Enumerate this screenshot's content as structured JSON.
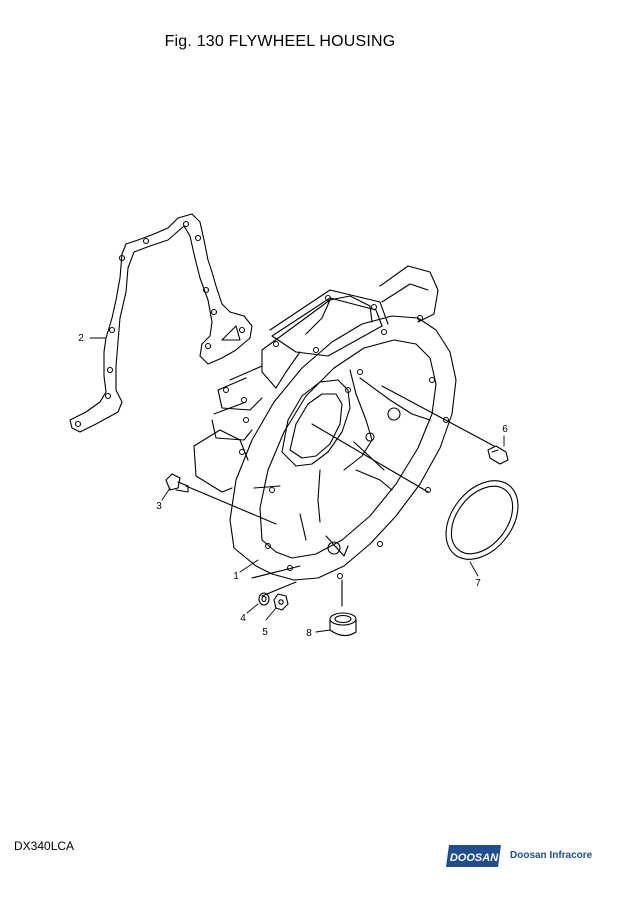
{
  "page": {
    "title": "Fig. 130 FLYWHEEL HOUSING",
    "model": "DX340LCA",
    "brand_logo_text": "DOOSAN",
    "brand_company": "Doosan Infracore",
    "brand_color": "#1f4d8f"
  },
  "callouts": [
    {
      "id": "callout-1",
      "label": "1"
    },
    {
      "id": "callout-2",
      "label": "2"
    },
    {
      "id": "callout-3",
      "label": "3"
    },
    {
      "id": "callout-4",
      "label": "4"
    },
    {
      "id": "callout-5",
      "label": "5"
    },
    {
      "id": "callout-6",
      "label": "6"
    },
    {
      "id": "callout-7",
      "label": "7"
    },
    {
      "id": "callout-8",
      "label": "8"
    }
  ]
}
